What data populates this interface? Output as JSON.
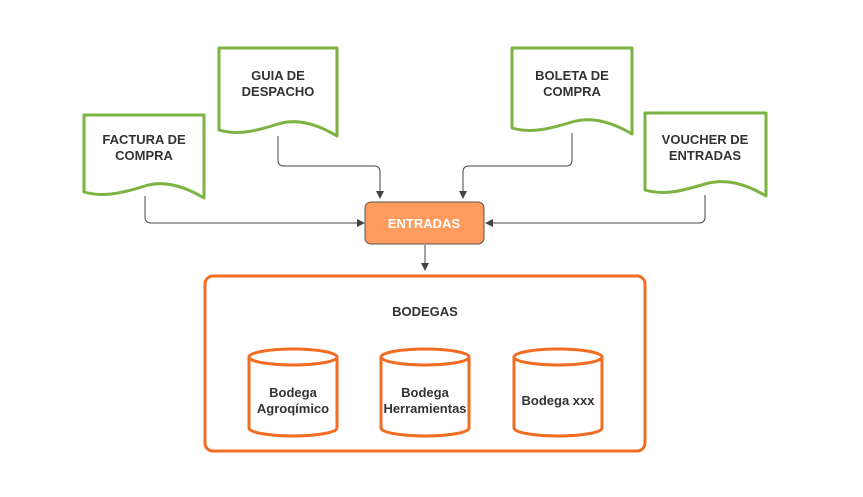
{
  "documents": [
    {
      "id": "guia",
      "lines": [
        "GUIA DE",
        "DESPACHO"
      ]
    },
    {
      "id": "factura",
      "lines": [
        "FACTURA DE",
        "COMPRA"
      ]
    },
    {
      "id": "boleta",
      "lines": [
        "BOLETA DE",
        "COMPRA"
      ]
    },
    {
      "id": "voucher",
      "lines": [
        "VOUCHER DE",
        "ENTRADAS"
      ]
    }
  ],
  "entradas": {
    "label": "ENTRADAS"
  },
  "bodegas": {
    "title": "BODEGAS",
    "items": [
      {
        "lines": [
          "Bodega",
          "Agroqímico"
        ]
      },
      {
        "lines": [
          "Bodega",
          "Herramientas"
        ]
      },
      {
        "lines": [
          "Bodega xxx"
        ]
      }
    ]
  },
  "colors": {
    "document_stroke": "#7cb342",
    "process_fill": "#ff9b5c",
    "process_stroke": "#555555",
    "container_stroke": "#f26d21",
    "connector": "#444444",
    "text": "#333333"
  }
}
